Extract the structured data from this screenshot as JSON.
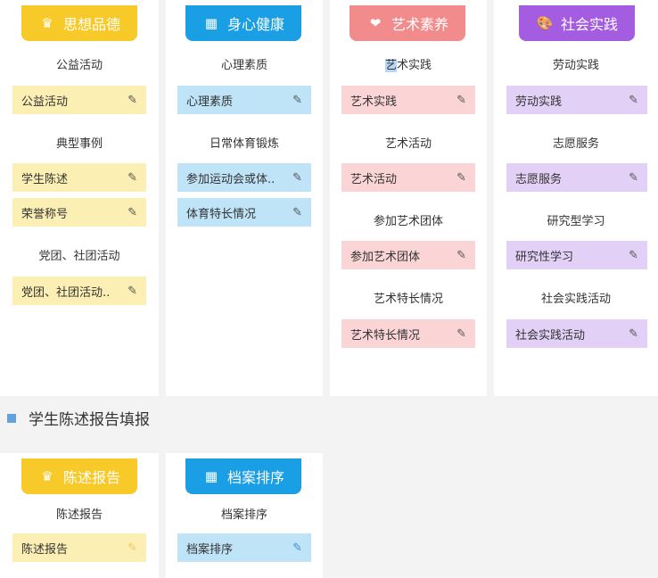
{
  "cards": {
    "c1": {
      "title": "思想品德",
      "icon": "crown-icon",
      "color": "#f7c929",
      "groups": [
        {
          "label": "公益活动",
          "items": [
            "公益活动"
          ]
        },
        {
          "label": "典型事例",
          "items": [
            "学生陈述",
            "荣誉称号"
          ]
        },
        {
          "label": "党团、社团活动",
          "items": [
            "党团、社团活动.."
          ]
        }
      ]
    },
    "c2": {
      "title": "身心健康",
      "icon": "list-icon",
      "color": "#1a9ee4",
      "groups": [
        {
          "label": "心理素质",
          "items": [
            "心理素质"
          ]
        },
        {
          "label": "日常体育锻炼",
          "items": [
            "参加运动会或体..",
            "体育特长情况"
          ]
        }
      ]
    },
    "c3": {
      "title": "艺术素养",
      "icon": "heart-icon",
      "color": "#f28c8c",
      "groups": [
        {
          "label": "艺术实践",
          "label_highlight": "艺",
          "label_rest": "术实践",
          "items": [
            "艺术实践"
          ]
        },
        {
          "label": "艺术活动",
          "items": [
            "艺术活动"
          ]
        },
        {
          "label": "参加艺术团体",
          "items": [
            "参加艺术团体"
          ]
        },
        {
          "label": "艺术特长情况",
          "items": [
            "艺术特长情况"
          ]
        }
      ]
    },
    "c4": {
      "title": "社会实践",
      "icon": "palette-icon",
      "color": "#a45ce0",
      "groups": [
        {
          "label": "劳动实践",
          "items": [
            "劳动实践"
          ]
        },
        {
          "label": "志愿服务",
          "items": [
            "志愿服务"
          ]
        },
        {
          "label": "研究型学习",
          "items": [
            "研究性学习"
          ]
        },
        {
          "label": "社会实践活动",
          "items": [
            "社会实践活动"
          ]
        }
      ]
    }
  },
  "section": {
    "title": "学生陈述报告填报"
  },
  "bottom_cards": {
    "b1": {
      "title": "陈述报告",
      "icon": "crown-icon",
      "group_label": "陈述报告",
      "item": "陈述报告"
    },
    "b2": {
      "title": "档案排序",
      "icon": "list-icon",
      "group_label": "档案排序",
      "item": "档案排序"
    }
  },
  "icons": {
    "edit": "edit-icon"
  }
}
